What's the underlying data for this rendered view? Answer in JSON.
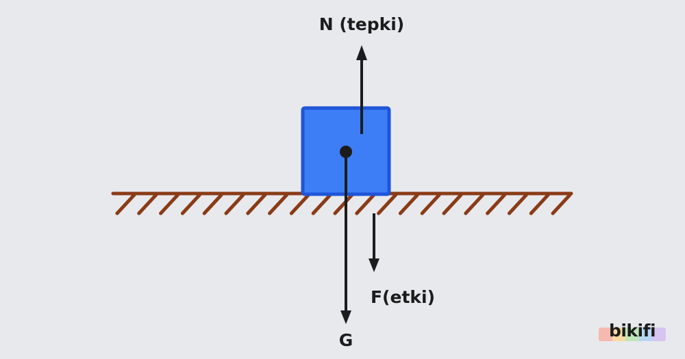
{
  "labels": {
    "normal_force": "N (tepki)",
    "applied_force": "F(etki)",
    "weight": "G"
  },
  "brand": {
    "name": "bikifi",
    "stripe_colors": [
      "#f6b9b0",
      "#f9d9a2",
      "#bfe7b9",
      "#b7d6f5",
      "#d7c4f0"
    ]
  },
  "colors": {
    "background": "#e8e9ed",
    "block_fill": "#3d7ef7",
    "block_stroke": "#1f55d9",
    "ground": "#8a3b17",
    "arrow": "#1c1c1c"
  }
}
